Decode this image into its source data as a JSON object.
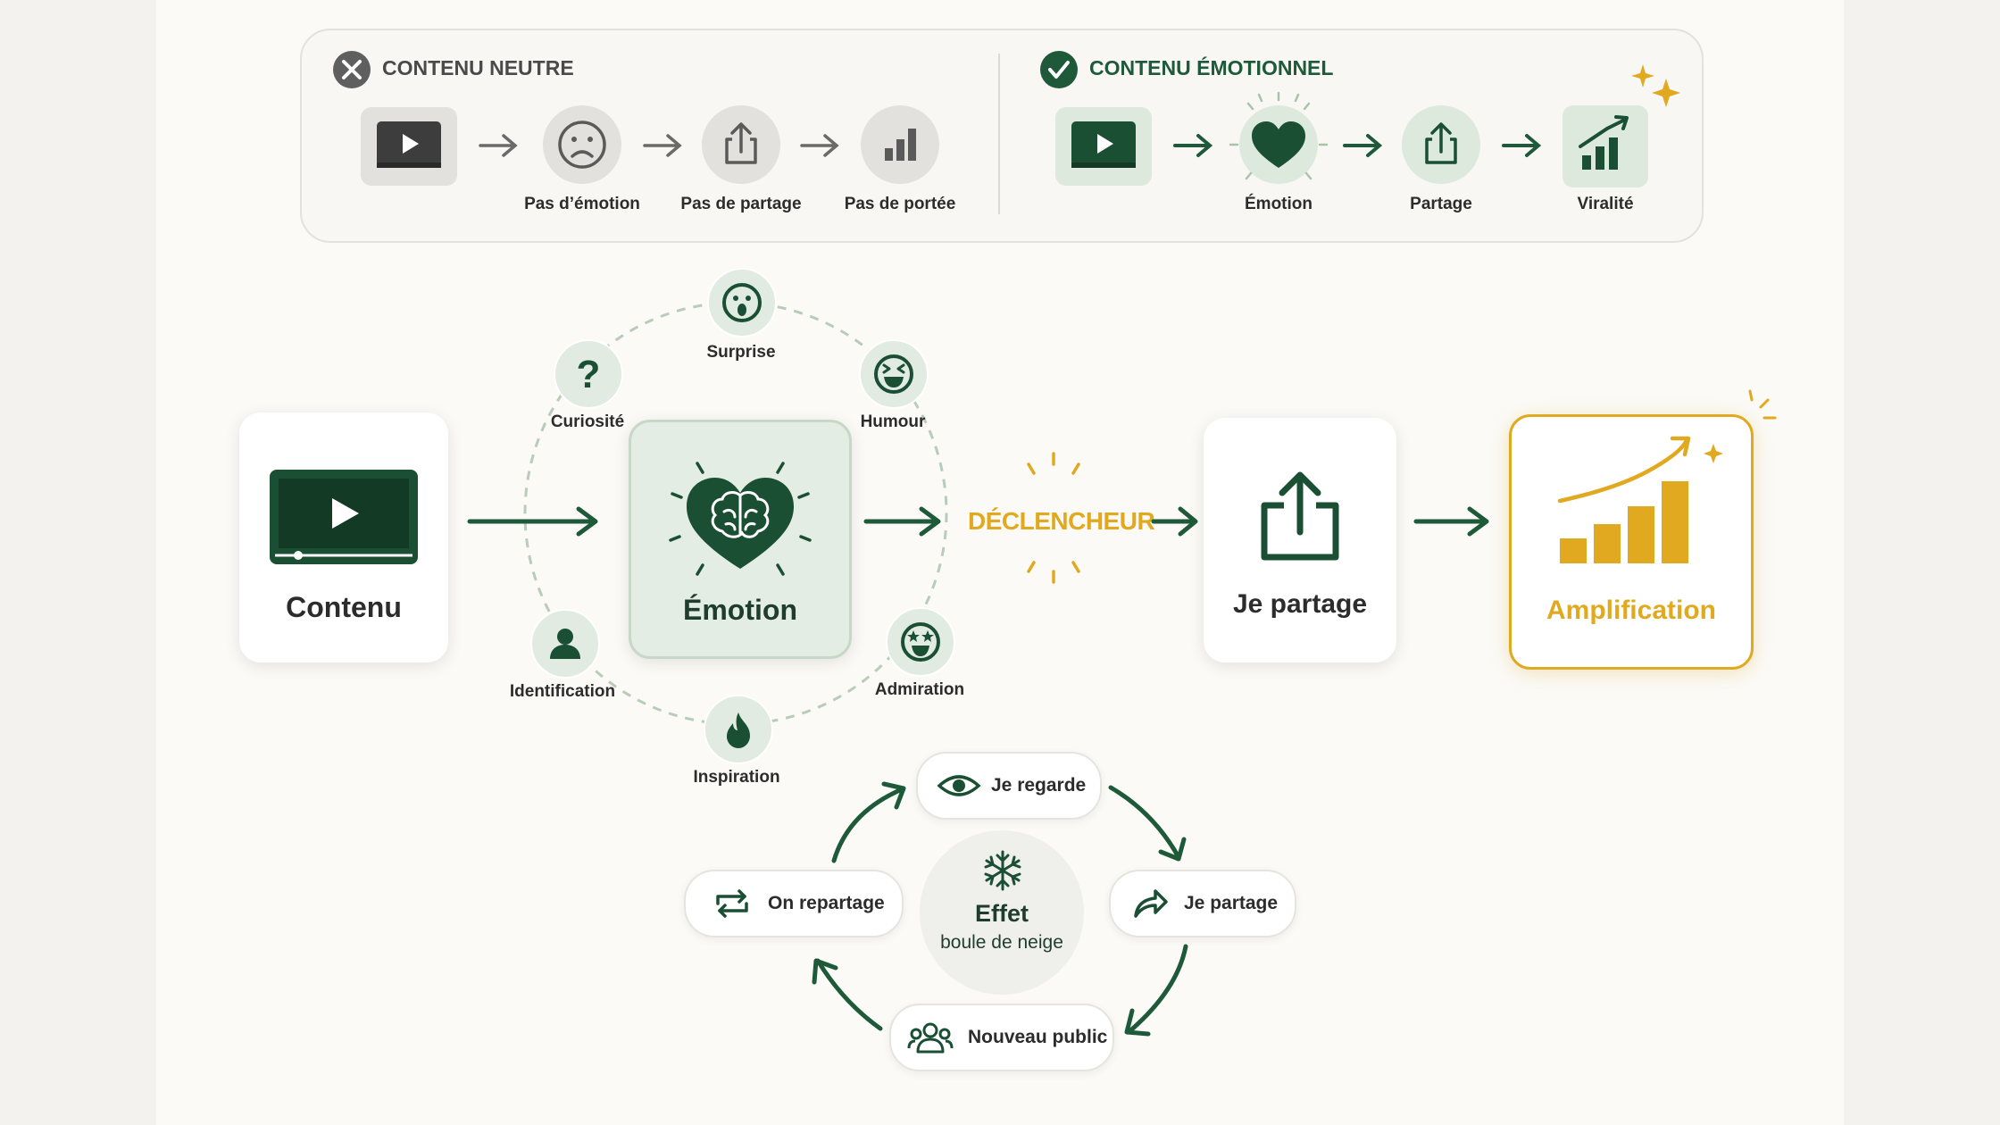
{
  "colors": {
    "green": "#1e5a3a",
    "light_green": "#e6efe6",
    "gold": "#e0a91f",
    "grey": "#5f5f5f"
  },
  "comparison": {
    "neutral": {
      "title": "CONTENU NEUTRE",
      "steps": [
        {
          "icon": "video-icon",
          "label": ""
        },
        {
          "icon": "sad-face-icon",
          "label": "Pas d’émotion"
        },
        {
          "icon": "share-icon",
          "label": "Pas de partage"
        },
        {
          "icon": "bar-chart-icon",
          "label": "Pas de portée"
        }
      ]
    },
    "emotional": {
      "title": "CONTENU ÉMOTIONNEL",
      "steps": [
        {
          "icon": "video-icon",
          "label": ""
        },
        {
          "icon": "heart-icon",
          "label": "Émotion"
        },
        {
          "icon": "share-icon",
          "label": "Partage"
        },
        {
          "icon": "growth-chart-icon",
          "label": "Viralité"
        }
      ]
    }
  },
  "flow": {
    "content_label": "Contenu",
    "emotion_label": "Émotion",
    "trigger_label": "DÉCLENCHEUR",
    "share_label": "Je partage",
    "amplification_label": "Amplification"
  },
  "emotions": [
    {
      "icon": "surprise-face-icon",
      "label": "Surprise"
    },
    {
      "icon": "laughing-face-icon",
      "label": "Humour"
    },
    {
      "icon": "star-eyes-face-icon",
      "label": "Admiration"
    },
    {
      "icon": "fire-icon",
      "label": "Inspiration"
    },
    {
      "icon": "person-icon",
      "label": "Identification"
    },
    {
      "icon": "question-mark-icon",
      "label": "Curiosité"
    }
  ],
  "snowball": {
    "center_title": "Effet",
    "center_subtitle": "boule de neige",
    "steps": [
      {
        "icon": "eye-icon",
        "label": "Je regarde"
      },
      {
        "icon": "share-arrow-icon",
        "label": "Je partage"
      },
      {
        "icon": "people-icon",
        "label": "Nouveau public"
      },
      {
        "icon": "repeat-icon",
        "label": "On repartage"
      }
    ]
  }
}
